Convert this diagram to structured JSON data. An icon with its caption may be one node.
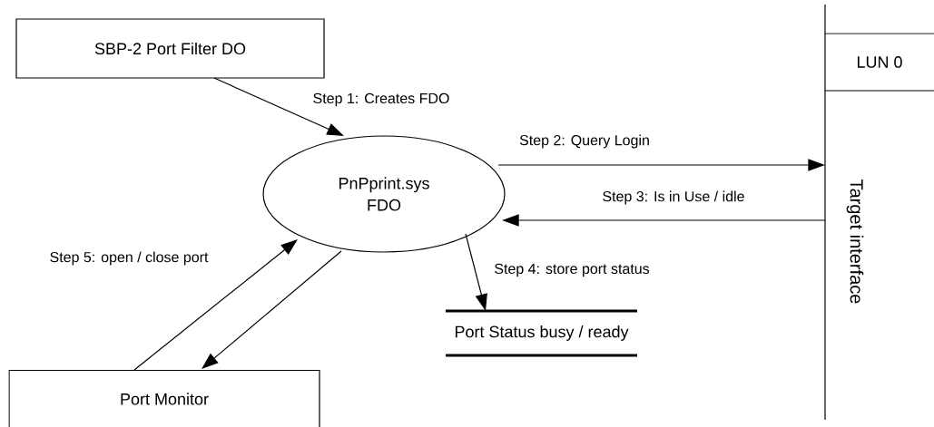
{
  "diagram": {
    "nodes": [
      {
        "text": [
          "SBP-2 Port Filter DO"
        ]
      },
      {
        "text": [
          "PnPprint.sys FDO"
        ]
      },
      {
        "text": [
          "Target interface"
        ]
      },
      {
        "text": [
          "LUN 0"
        ]
      },
      {
        "text": [
          "Port Status busy / ready"
        ]
      },
      {
        "text": [
          "Port Monitor"
        ]
      }
    ],
    "edges": [
      {
        "from": 0,
        "to": 1,
        "arrow": "to",
        "label": "Step 1: Creates FDO"
      },
      {
        "from": 1,
        "to": 2,
        "arrow": "to",
        "label": "Step 2: Query Login"
      },
      {
        "from": 2,
        "to": 1,
        "arrow": "to",
        "label": "Step 3: Is in Use / idle"
      },
      {
        "from": 1,
        "to": 4,
        "arrow": "to",
        "label": "Step 4: store port status"
      },
      {
        "from": 5,
        "to": 1,
        "arrow": "to",
        "label": "Step 5: open / close port"
      },
      {
        "from": 1,
        "to": 5,
        "arrow": "to"
      }
    ]
  }
}
